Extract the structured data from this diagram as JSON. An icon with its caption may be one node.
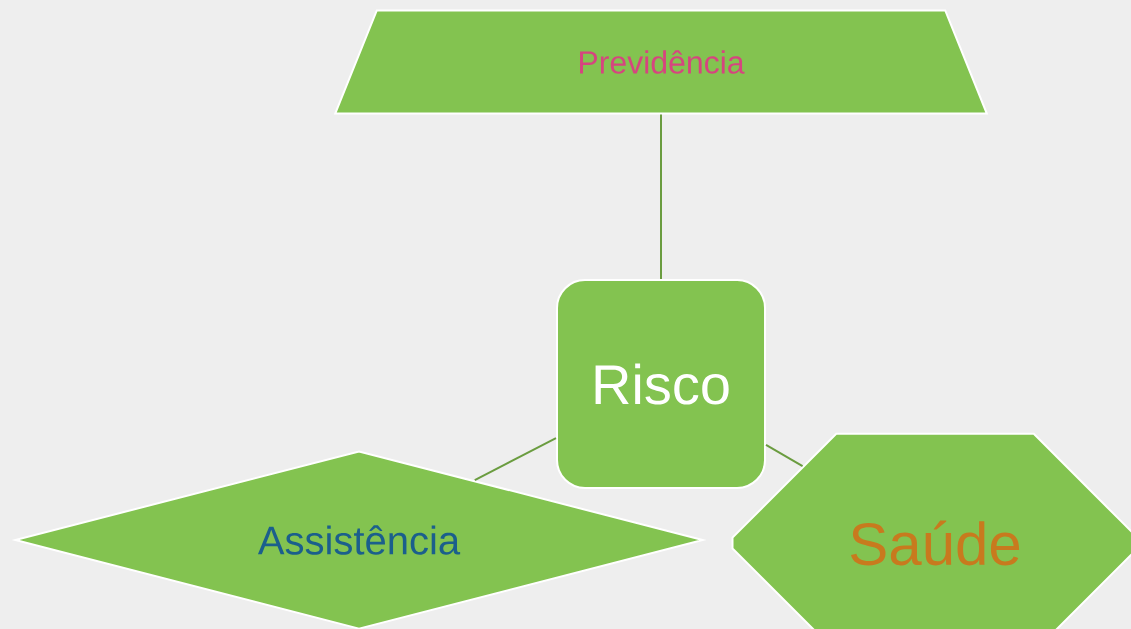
{
  "diagram": {
    "nodes": [
      {
        "text": [
          "Risco"
        ]
      },
      {
        "text": [
          "Previdência"
        ]
      },
      {
        "text": [
          "Assistência"
        ]
      },
      {
        "text": [
          "Saúde"
        ]
      }
    ],
    "edges": [
      {
        "from": 0,
        "to": 1,
        "arrow": "none"
      },
      {
        "from": 0,
        "to": 2,
        "arrow": "none"
      },
      {
        "from": 0,
        "to": 3,
        "arrow": "none"
      }
    ]
  }
}
